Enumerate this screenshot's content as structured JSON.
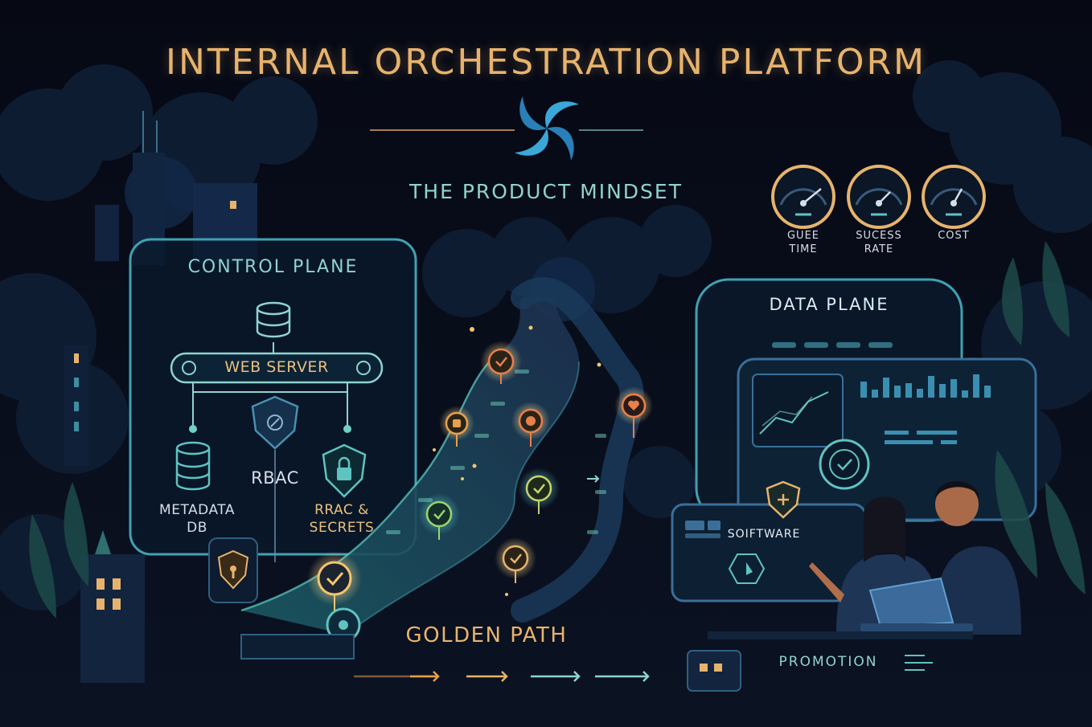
{
  "title": "INTERNAL ORCHESTRATION PLATFORM",
  "subtitle": "THE PRODUCT MINDSET",
  "control_plane": {
    "title": "CONTROL PLANE",
    "web_server": "WEB SERVER",
    "rbac": "RBAC",
    "metadata": [
      "METADATA",
      "DB"
    ],
    "secrets": [
      "RRAC &",
      "SECRETS"
    ]
  },
  "gauges": [
    {
      "line1": "GUEE",
      "line2": "TIME"
    },
    {
      "line1": "SUCESS",
      "line2": "RATE"
    },
    {
      "line1": "COST",
      "line2": ""
    }
  ],
  "data_plane": {
    "title": "DATA PLANE",
    "software_label": "SOIFTWARE"
  },
  "golden_path": "GOLDEN PATH",
  "promotion": "PROMOTION",
  "colors": {
    "background": "#070b16",
    "accent_teal": "#5fc3c1",
    "accent_gold": "#e7b36c",
    "panel_stroke": "#3fa2b4",
    "checkpoint_orange": "#e8804a",
    "checkpoint_green": "#9bd46e"
  },
  "icons": [
    "logo-pinwheel-icon",
    "database-icon",
    "shield-icon",
    "lock-shield-icon",
    "checkmark-icon",
    "heart-icon",
    "chart-icon",
    "laptop-icon",
    "people-icon",
    "gauge-icon"
  ]
}
